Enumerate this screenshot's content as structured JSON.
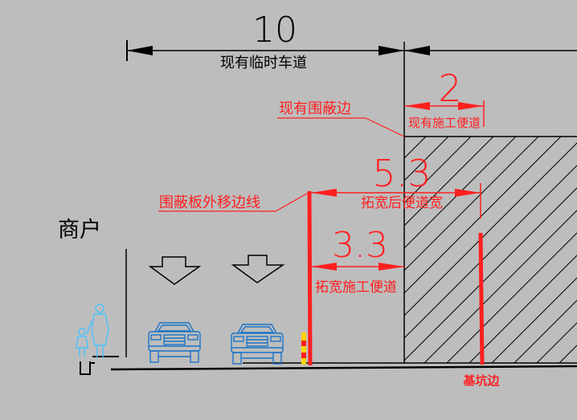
{
  "dimensions": {
    "existing_temp_road_width": "10",
    "existing_temp_road_label": "现有临时车道",
    "existing_sidewalk_width": "2",
    "existing_sidewalk_label": "现有施工便道",
    "widened_sidewalk_total_width": "5.3",
    "widened_sidewalk_total_label": "拓宽后便道宽",
    "widened_sidewalk_width": "3.3",
    "widened_sidewalk_label": "拓宽施工便道"
  },
  "callouts": {
    "existing_hoarding_edge": "现有围蔽边",
    "hoarding_shift_line": "围蔽板外移边线",
    "pit_edge": "基坑边",
    "shops": "商户"
  },
  "colors": {
    "background": "#bdbdbd",
    "red": "#ff1f1f",
    "black": "#000000",
    "blue": "#1b74c7",
    "pedestrian": "#4cc3ff"
  }
}
